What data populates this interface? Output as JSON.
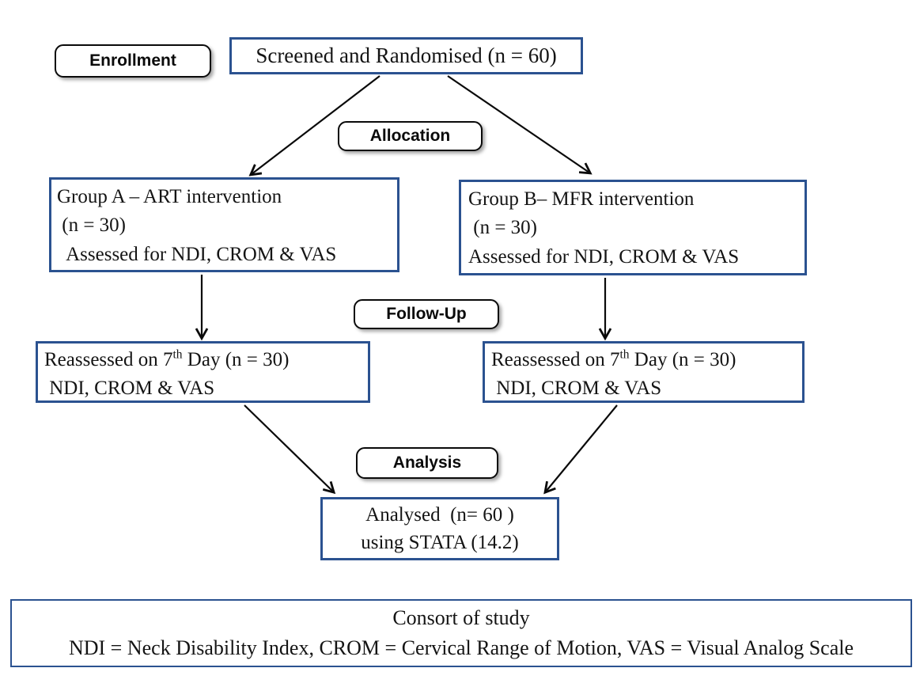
{
  "diagram_title": "Consort of study",
  "stage_labels": {
    "enrollment": "Enrollment",
    "allocation": "Allocation",
    "followup": "Follow-Up",
    "analysis": "Analysis"
  },
  "boxes": {
    "screened": {
      "text": "Screened and Randomised (n = 60)"
    },
    "group_a": {
      "lines": [
        "Group A – ART intervention",
        " (n = 30)",
        "  Assessed for NDI, CROM & VAS"
      ]
    },
    "group_b": {
      "lines": [
        "Group B– MFR intervention",
        " (n = 30)",
        "Assessed for NDI, CROM & VAS"
      ]
    },
    "reassess_a": {
      "line1_pre": "Reassessed on 7",
      "line1_sup": "th",
      "line1_post": " Day (n = 30)",
      "line2": " NDI, CROM & VAS"
    },
    "reassess_b": {
      "line1_pre": "Reassessed on 7",
      "line1_sup": "th",
      "line1_post": " Day (n = 30)",
      "line2": " NDI, CROM & VAS"
    },
    "analysed": {
      "lines": [
        "Analysed  (n= 60 )",
        "using STATA (14.2)"
      ]
    },
    "caption": {
      "lines": [
        "Consort of study",
        "NDI = Neck Disability Index, CROM = Cervical Range of Motion, VAS = Visual Analog Scale"
      ]
    }
  },
  "counts": {
    "screened_randomised": 60,
    "group_a_n": 30,
    "group_b_n": 30,
    "reassessed_day": 7,
    "analysed_n": 60,
    "stata_version": "14.2"
  },
  "colors": {
    "content_box_border": "#2b5290",
    "label_border": "#0a0a0a",
    "arrow": "#0a0a0a",
    "background": "#ffffff",
    "text": "#141414"
  }
}
